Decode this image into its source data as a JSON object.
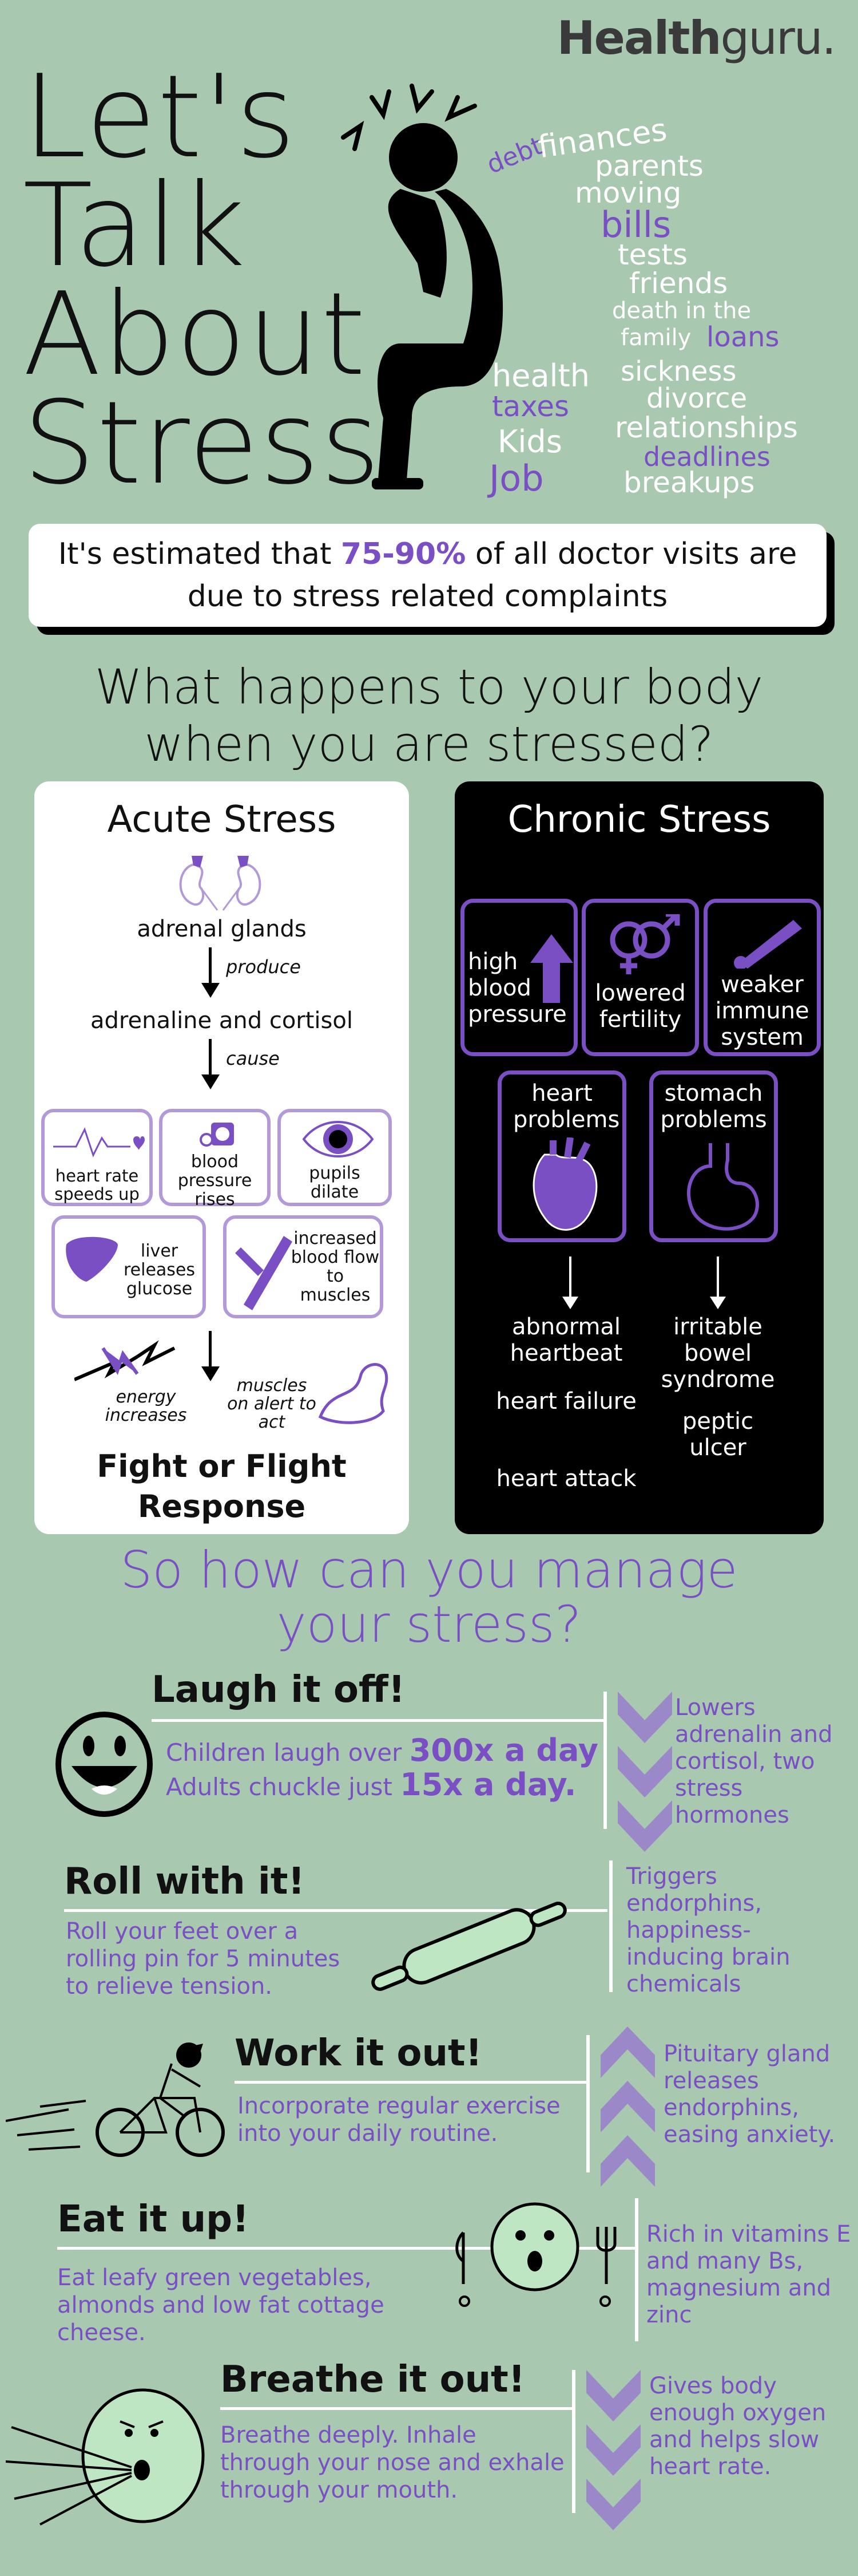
{
  "brand": {
    "logo_bold": "H",
    "logo_main": "ealth",
    "logo_light": "guru."
  },
  "hero": {
    "title_lines": [
      "Let's",
      "Talk",
      "About",
      "Stress"
    ],
    "stressors": {
      "debt": "debt",
      "finances": "finances",
      "parents": "parents",
      "moving": "moving",
      "bills": "bills",
      "tests": "tests",
      "friends": "friends",
      "death": "death in the",
      "family": "family",
      "loans": "loans",
      "health": "health",
      "sickness": "sickness",
      "taxes": "taxes",
      "divorce": "divorce",
      "relationships": "relationships",
      "kids": "Kids",
      "deadlines": "deadlines",
      "job": "Job",
      "breakups": "breakups"
    }
  },
  "stat": {
    "pre": "It's estimated that ",
    "value": "75-90%",
    "post": " of all doctor visits are",
    "line2": "due to stress related complaints"
  },
  "body_heading": {
    "line1": "What happens to your body",
    "line2": "when you are stressed?"
  },
  "acute": {
    "title": "Acute Stress",
    "adrenal": "adrenal glands",
    "produce": "produce",
    "hormones": "adrenaline and cortisol",
    "cause": "cause",
    "effects": {
      "heart_rate": "heart rate speeds up",
      "blood_pressure": "blood pressure rises",
      "pupils": "pupils dilate",
      "liver": "liver releases glucose",
      "blood_flow": "increased blood flow to muscles",
      "energy": "energy increases",
      "muscles": "muscles on alert to act"
    },
    "response_line1": "Fight or Flight",
    "response_line2": "Response"
  },
  "chronic": {
    "title": "Chronic Stress",
    "hbp": "high blood pressure",
    "fertility": "lowered fertility",
    "immune": "weaker immune system",
    "heart": "heart problems",
    "stomach": "stomach problems",
    "heart_outcomes": [
      "abnormal heartbeat",
      "heart failure",
      "heart attack"
    ],
    "stomach_outcomes": [
      "irritable bowel syndrome",
      "peptic ulcer"
    ]
  },
  "manage_heading": {
    "line1": "So how can you manage",
    "line2": "your stress?"
  },
  "tips": {
    "laugh": {
      "title": "Laugh it off!",
      "line1_pre": "Children laugh over ",
      "line1_val": "300x a day",
      "line2_pre": "Adults chuckle just ",
      "line2_val": "15x a day.",
      "benefit": "Lowers adrenalin and cortisol, two stress hormones"
    },
    "roll": {
      "title": "Roll with it!",
      "text": "Roll your feet over a rolling pin for 5 minutes to relieve tension.",
      "benefit": "Triggers endorphins, happiness-inducing brain chemicals"
    },
    "work": {
      "title": "Work it out!",
      "text": "Incorporate regular exercise into your daily routine.",
      "benefit": "Pituitary gland releases endorphins, easing anxiety."
    },
    "eat": {
      "title": "Eat it up!",
      "text": "Eat leafy green vegetables, almonds and low fat cottage cheese.",
      "benefit": "Rich in vitamins E and many Bs, magnesium and zinc"
    },
    "breathe": {
      "title": "Breathe it out!",
      "text": "Breathe deeply. Inhale through your nose and exhale through your mouth.",
      "benefit": "Gives body enough oxygen and helps slow heart rate."
    }
  },
  "colors": {
    "background": "#a8c8b0",
    "accent": "#7b4fc4",
    "light_accent": "#b29ad8"
  }
}
